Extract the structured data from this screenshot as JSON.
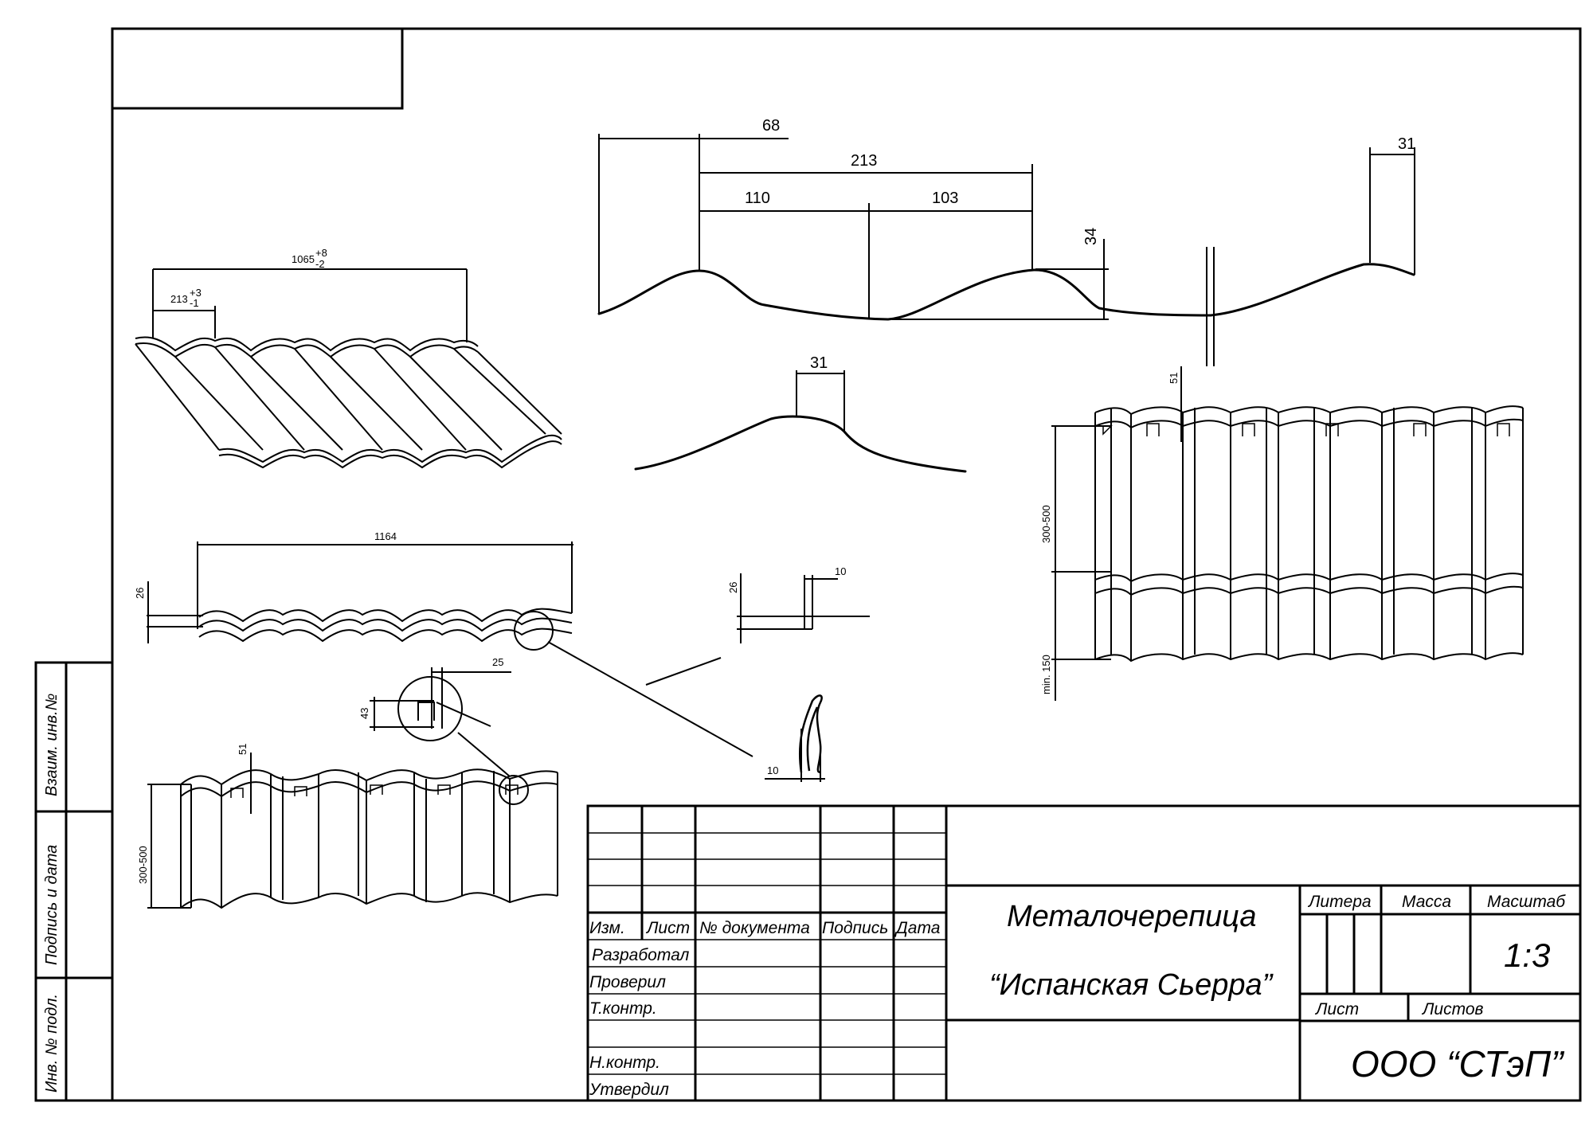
{
  "dimensions": {
    "d68": "68",
    "d213": "213",
    "d110": "110",
    "d103": "103",
    "d34": "34",
    "d31_top": "31",
    "d31_mid": "31",
    "sheet_width": "1065",
    "sheet_width_tol_plus": "+8",
    "sheet_width_tol_minus": "-2",
    "pitch": "213",
    "pitch_tol_plus": "+3",
    "pitch_tol_minus": "-1",
    "length_1164": "1164",
    "h26_left": "26",
    "h26_detail": "26",
    "d10_top": "10",
    "d10_bottom": "10",
    "d25": "25",
    "d43": "43",
    "d51_left": "51",
    "d51_right": "51",
    "range_left": "300-500",
    "range_right": "300-500",
    "min_right": "min. 150"
  },
  "side_stamp": {
    "vzaim": "Взаим. инв.№",
    "podpis": "Подпись и дата",
    "inv": "Инв. № подл."
  },
  "title_block": {
    "headers": {
      "izm": "Изм.",
      "list": "Лист",
      "doc": "№ документа",
      "podpis": "Подпись",
      "data": "Дата"
    },
    "roles": {
      "razrabotal": "Разработал",
      "proveril": "Проверил",
      "tkontr": "Т.контр.",
      "nkontr": "Н.контр.",
      "utverdil": "Утвердил"
    },
    "title_line1": "Металочерепица",
    "title_line2": "“Испанская Сьерра”",
    "litera": "Литера",
    "massa": "Масса",
    "masshtab": "Масштаб",
    "scale": "1:3",
    "list": "Лист",
    "listov": "Листов",
    "organization": "ООО “СТэП”"
  }
}
